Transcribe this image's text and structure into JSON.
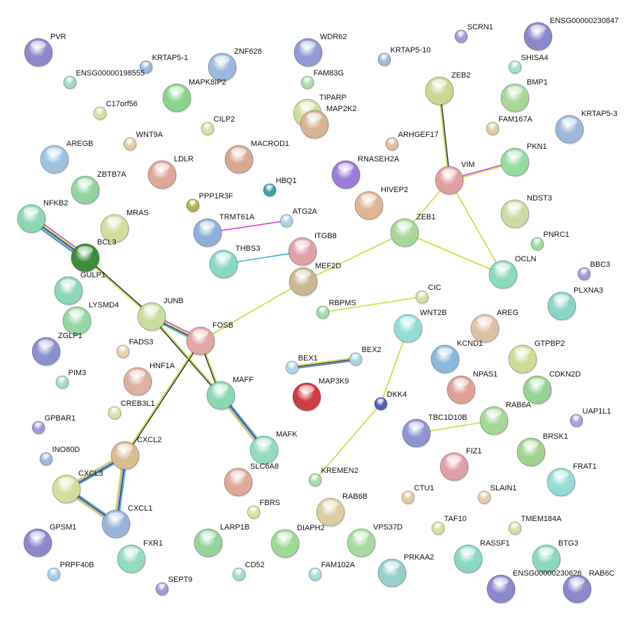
{
  "nodes": [
    {
      "name": "PVR",
      "color": "#8c88cc"
    },
    {
      "name": "KRTAP5-1",
      "color": "#9cb8dc"
    },
    {
      "name": "ENSG00000198555",
      "color": "#9cd8c4"
    },
    {
      "name": "ZNF628",
      "color": "#9cb8dc"
    },
    {
      "name": "WDR62",
      "color": "#8f9ad6"
    },
    {
      "name": "FAM83G",
      "color": "#a8dcac"
    },
    {
      "name": "SCRN1",
      "color": "#a29ad8"
    },
    {
      "name": "KRTAP5-10",
      "color": "#a4bce0"
    },
    {
      "name": "ENSG00000230847",
      "color": "#8c88cc"
    },
    {
      "name": "SHISA4",
      "color": "#a4dcd0"
    },
    {
      "name": "ZEB2",
      "color": "#c8d890"
    },
    {
      "name": "MAPK8IP2",
      "color": "#8cd48c"
    },
    {
      "name": "TIPARP",
      "color": "#d0dc98"
    },
    {
      "name": "BMP1",
      "color": "#a8d898"
    },
    {
      "name": "C17orf56",
      "color": "#d4e0a0"
    },
    {
      "name": "CILP2",
      "color": "#d4e0a0"
    },
    {
      "name": "MAP2K2",
      "color": "#d8b490"
    },
    {
      "name": "FAM167A",
      "color": "#e0cca0"
    },
    {
      "name": "KRTAP5-3",
      "color": "#9cb8dc"
    },
    {
      "name": "WNT9A",
      "color": "#e0cca0"
    },
    {
      "name": "AREGB",
      "color": "#9cc4e0"
    },
    {
      "name": "MACROD1",
      "color": "#d8a890"
    },
    {
      "name": "ARHGEF17",
      "color": "#e4bca0"
    },
    {
      "name": "LDLR",
      "color": "#e0a898"
    },
    {
      "name": "RNASEH2A",
      "color": "#9c7cd8"
    },
    {
      "name": "VIM",
      "color": "#e0a0a0"
    },
    {
      "name": "PKN1",
      "color": "#94dca0"
    },
    {
      "name": "ZBTB7A",
      "color": "#94d4a0"
    },
    {
      "name": "HBQ1",
      "color": "#3aa4a0"
    },
    {
      "name": "NFKB2",
      "color": "#8cd8b4"
    },
    {
      "name": "PPP1R3F",
      "color": "#b4b050"
    },
    {
      "name": "HIVEP2",
      "color": "#e0b494"
    },
    {
      "name": "NDST3",
      "color": "#ccdca0"
    },
    {
      "name": "MRAS",
      "color": "#d4dc9c"
    },
    {
      "name": "TRMT61A",
      "color": "#8cb0d8"
    },
    {
      "name": "ATG2A",
      "color": "#a8d4e8"
    },
    {
      "name": "ZEB1",
      "color": "#a8d898"
    },
    {
      "name": "PNRC1",
      "color": "#9cdca0"
    },
    {
      "name": "BCL3",
      "color": "#3c8c3c"
    },
    {
      "name": "THBS3",
      "color": "#8cd8c8"
    },
    {
      "name": "ITGB8",
      "color": "#e0a0a8"
    },
    {
      "name": "MEF2D",
      "color": "#ccb890"
    },
    {
      "name": "OCLN",
      "color": "#8cdcbc"
    },
    {
      "name": "BBC3",
      "color": "#a29ad8"
    },
    {
      "name": "GULP1",
      "color": "#8cd8b8"
    },
    {
      "name": "CIC",
      "color": "#d4e0a0"
    },
    {
      "name": "JUNB",
      "color": "#c8dc9c"
    },
    {
      "name": "RBPMS",
      "color": "#a0dca8"
    },
    {
      "name": "PLXNA3",
      "color": "#8cd4c8"
    },
    {
      "name": "LYSMD4",
      "color": "#94d8a4"
    },
    {
      "name": "FOSB",
      "color": "#e0a8a4"
    },
    {
      "name": "WNT2B",
      "color": "#94dcd8"
    },
    {
      "name": "AREG",
      "color": "#e0c0a4"
    },
    {
      "name": "ZGLP1",
      "color": "#8a90d0"
    },
    {
      "name": "FADS3",
      "color": "#e4d4a8"
    },
    {
      "name": "KCND1",
      "color": "#8cb8e0"
    },
    {
      "name": "GTPBP2",
      "color": "#ccdc94"
    },
    {
      "name": "BEX1",
      "color": "#a8d8e8"
    },
    {
      "name": "BEX2",
      "color": "#a8d8e8"
    },
    {
      "name": "HNF1A",
      "color": "#e0b0a0"
    },
    {
      "name": "PIM3",
      "color": "#a4dcc8"
    },
    {
      "name": "NPAS1",
      "color": "#e0a098"
    },
    {
      "name": "MAFF",
      "color": "#8cd8b4"
    },
    {
      "name": "MAP3K9",
      "color": "#d03c44"
    },
    {
      "name": "CDKN2D",
      "color": "#94d494"
    },
    {
      "name": "DKK4",
      "color": "#5060b8"
    },
    {
      "name": "CREB3L1",
      "color": "#dce0a4"
    },
    {
      "name": "RAB6A",
      "color": "#a4d898"
    },
    {
      "name": "UAP1L1",
      "color": "#a4a4e0"
    },
    {
      "name": "GPBAR1",
      "color": "#a29ad8"
    },
    {
      "name": "TBC1D10B",
      "color": "#8c94d4"
    },
    {
      "name": "MAFK",
      "color": "#94dcc0"
    },
    {
      "name": "BRSK1",
      "color": "#a0d490"
    },
    {
      "name": "INO80D",
      "color": "#a0b8e0"
    },
    {
      "name": "CXCL2",
      "color": "#d8bc94"
    },
    {
      "name": "FIZ1",
      "color": "#e0a0a8"
    },
    {
      "name": "SLC6A8",
      "color": "#e0a898"
    },
    {
      "name": "FRAT1",
      "color": "#94dcd8"
    },
    {
      "name": "CXCL3",
      "color": "#d4dc9c"
    },
    {
      "name": "KREMEN2",
      "color": "#a8dca8"
    },
    {
      "name": "CTU1",
      "color": "#e4cca8"
    },
    {
      "name": "SLAIN1",
      "color": "#e4cca8"
    },
    {
      "name": "RAB6B",
      "color": "#dccca0"
    },
    {
      "name": "FBRS",
      "color": "#dce0a4"
    },
    {
      "name": "CXCL1",
      "color": "#98b4dc"
    },
    {
      "name": "TAF10",
      "color": "#d4e0a0"
    },
    {
      "name": "TMEM184A",
      "color": "#d4e0a0"
    },
    {
      "name": "GPSM1",
      "color": "#8c88cc"
    },
    {
      "name": "LARP1B",
      "color": "#94d49c"
    },
    {
      "name": "DIAPH2",
      "color": "#a0d898"
    },
    {
      "name": "VPS37D",
      "color": "#a4dca0"
    },
    {
      "name": "FXR1",
      "color": "#94dcc0"
    },
    {
      "name": "RASSF1",
      "color": "#8cd8c4"
    },
    {
      "name": "BTG3",
      "color": "#8cd8c0"
    },
    {
      "name": "PRKAA2",
      "color": "#94d0cc"
    },
    {
      "name": "PRPF40B",
      "color": "#a4ccec"
    },
    {
      "name": "CD52",
      "color": "#a4dce0"
    },
    {
      "name": "FAM102A",
      "color": "#a4dcd8"
    },
    {
      "name": "SEPT9",
      "color": "#a29ad8"
    },
    {
      "name": "ENSG00000230626",
      "color": "#8c88cc"
    },
    {
      "name": "RAB6C",
      "color": "#8c88cc"
    }
  ],
  "edges": [
    {
      "from": "ZEB2",
      "to": "VIM",
      "colors": [
        "#333333",
        "#c8dc30"
      ]
    },
    {
      "from": "VIM",
      "to": "PKN1",
      "colors": [
        "#d040d0",
        "#c8dc30"
      ]
    },
    {
      "from": "VIM",
      "to": "ZEB1",
      "colors": [
        "#c8dc30"
      ]
    },
    {
      "from": "VIM",
      "to": "OCLN",
      "colors": [
        "#c8dc30"
      ]
    },
    {
      "from": "ZEB1",
      "to": "OCLN",
      "colors": [
        "#c8dc30"
      ]
    },
    {
      "from": "ZEB1",
      "to": "MEF2D",
      "colors": [
        "#c8dc30"
      ]
    },
    {
      "from": "MEF2D",
      "to": "FOSB",
      "colors": [
        "#c8dc30"
      ]
    },
    {
      "from": "TRMT61A",
      "to": "ATG2A",
      "colors": [
        "#d040d0"
      ]
    },
    {
      "from": "THBS3",
      "to": "ITGB8",
      "colors": [
        "#30b0e0"
      ]
    },
    {
      "from": "NFKB2",
      "to": "BCL3",
      "colors": [
        "#d040d0",
        "#c8dc30",
        "#333333",
        "#30b0e0",
        "#5070c0"
      ]
    },
    {
      "from": "BCL3",
      "to": "JUNB",
      "colors": [
        "#333333",
        "#c8dc30"
      ]
    },
    {
      "from": "JUNB",
      "to": "FOSB",
      "colors": [
        "#d040d0",
        "#c8dc30",
        "#333333",
        "#30b0e0"
      ]
    },
    {
      "from": "JUNB",
      "to": "MAFF",
      "colors": [
        "#c8dc30",
        "#333333"
      ]
    },
    {
      "from": "FOSB",
      "to": "MAFF",
      "colors": [
        "#c8dc30",
        "#333333"
      ]
    },
    {
      "from": "FOSB",
      "to": "CXCL2",
      "colors": [
        "#333333",
        "#c8dc30"
      ]
    },
    {
      "from": "MAFF",
      "to": "MAFK",
      "colors": [
        "#30b0e0",
        "#333333",
        "#9a90f0",
        "#c8dc30"
      ]
    },
    {
      "from": "CXCL2",
      "to": "CXCL3",
      "colors": [
        "#30b0e0",
        "#333333",
        "#9a90f0",
        "#c8dc30"
      ]
    },
    {
      "from": "CXCL2",
      "to": "CXCL1",
      "colors": [
        "#30b0e0",
        "#333333",
        "#9a90f0",
        "#c8dc30"
      ]
    },
    {
      "from": "CXCL3",
      "to": "CXCL1",
      "colors": [
        "#30b0e0",
        "#333333",
        "#9a90f0",
        "#c8dc30"
      ]
    },
    {
      "from": "RBPMS",
      "to": "CIC",
      "colors": [
        "#c8dc30"
      ]
    },
    {
      "from": "BEX1",
      "to": "BEX2",
      "colors": [
        "#c8dc30",
        "#333333",
        "#5070c0"
      ]
    },
    {
      "from": "WNT2B",
      "to": "DKK4",
      "colors": [
        "#c8dc30"
      ]
    },
    {
      "from": "DKK4",
      "to": "KREMEN2",
      "colors": [
        "#c8dc30"
      ]
    },
    {
      "from": "TBC1D10B",
      "to": "RAB6A",
      "colors": [
        "#c8dc30"
      ]
    }
  ]
}
